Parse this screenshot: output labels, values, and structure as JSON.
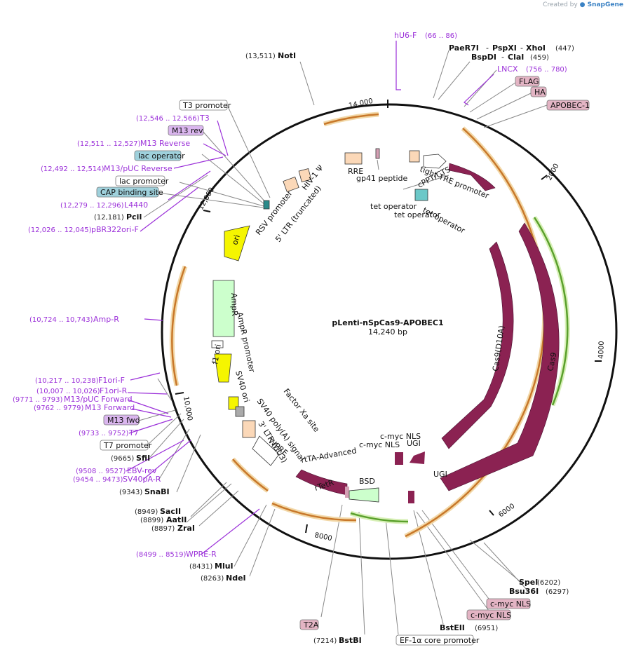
{
  "credit": {
    "prefix": "Created by",
    "brand": "SnapGene"
  },
  "plasmid": {
    "name": "pLenti-nSpCas9-APOBEC1",
    "length": "14,240 bp"
  },
  "ticks": [
    "2000",
    "4000",
    "6000",
    "8000",
    "10,000",
    "12,000",
    "14,000"
  ],
  "sites": [
    {
      "name": "NotI",
      "pos": "(13,511)"
    },
    {
      "name": "PaeR7I",
      "pos": ""
    },
    {
      "name": "PspXI",
      "pos": ""
    },
    {
      "name": "XhoI",
      "pos": "(447)"
    },
    {
      "name": "BspDI",
      "pos": ""
    },
    {
      "name": "ClaI",
      "pos": "(459)"
    },
    {
      "name": "PciI",
      "pos": "(12,181)"
    },
    {
      "name": "SfiI",
      "pos": "(9665)"
    },
    {
      "name": "SnaBI",
      "pos": "(9343)"
    },
    {
      "name": "SacII",
      "pos": "(8949)"
    },
    {
      "name": "AatII",
      "pos": "(8899)"
    },
    {
      "name": "ZraI",
      "pos": "(8897)"
    },
    {
      "name": "MluI",
      "pos": "(8431)"
    },
    {
      "name": "NdeI",
      "pos": "(8263)"
    },
    {
      "name": "BstBI",
      "pos": "(7214)"
    },
    {
      "name": "SpeI",
      "pos": "(6202)"
    },
    {
      "name": "Bsu36I",
      "pos": "(6297)"
    },
    {
      "name": "BstEII",
      "pos": "(6951)"
    }
  ],
  "primers": [
    {
      "name": "hU6-F",
      "pos": "(66 .. 86)"
    },
    {
      "name": "LNCX",
      "pos": "(756 .. 780)"
    },
    {
      "name": "T3",
      "pos": "(12,546 .. 12,566)"
    },
    {
      "name": "M13 Reverse",
      "pos": "(12,511 .. 12,527)"
    },
    {
      "name": "M13/pUC Reverse",
      "pos": "(12,492 .. 12,514)"
    },
    {
      "name": "L4440",
      "pos": "(12,279 .. 12,296)"
    },
    {
      "name": "pBR322ori-F",
      "pos": "(12,026 .. 12,045)"
    },
    {
      "name": "Amp-R",
      "pos": "(10,724 .. 10,743)"
    },
    {
      "name": "F1ori-F",
      "pos": "(10,217 .. 10,238)"
    },
    {
      "name": "F1ori-R",
      "pos": "(10,007 .. 10,026)"
    },
    {
      "name": "M13/pUC Forward",
      "pos": "(9771 .. 9793)"
    },
    {
      "name": "M13 Forward",
      "pos": "(9762 .. 9779)"
    },
    {
      "name": "T7",
      "pos": "(9733 .. 9752)"
    },
    {
      "name": "EBV-rev",
      "pos": "(9508 .. 9527)"
    },
    {
      "name": "SV40pA-R",
      "pos": "(9454 .. 9473)"
    },
    {
      "name": "WPRE-R",
      "pos": "(8499 .. 8519)"
    }
  ],
  "boxes": {
    "t3_promoter": "T3 promoter",
    "m13_rev": "M13 rev",
    "lac_operator": "lac operator",
    "lac_promoter": "lac promoter",
    "cap_site": "CAP binding site",
    "m13_fwd": "M13 fwd",
    "t7_promoter": "T7 promoter",
    "flag": "FLAG",
    "ha": "HA",
    "apobec": "APOBEC-1",
    "t2a": "T2A",
    "ef1a": "EF-1α core promoter",
    "cmyc1": "c-myc NLS",
    "cmyc2": "c-myc NLS"
  },
  "features": {
    "rsv": "RSV promoter",
    "ltr5": "5' LTR (truncated)",
    "hiv": "HIV-1 Ψ",
    "rre": "RRE",
    "gp41": "gp41 peptide",
    "cppt": "cPPT/CTS",
    "tre": "tight TRE promoter",
    "teto1": "tet operator",
    "teto2": "tet operator",
    "teto3": "tet operator",
    "cas9d10a": "Cas9(D10A)",
    "cas9": "Cas9",
    "cmycnls_a": "c-myc NLS",
    "cmycnls_b": "c-myc NLS",
    "ugi_a": "UGI",
    "ugi_b": "UGI",
    "bsd": "BSD",
    "rtta": "rtTA-Advanced",
    "rtetr": "rTetR",
    "wpre": "WPRE",
    "ltr3": "3' LTR (ΔU3)",
    "sv40pa": "SV40 poly(A) signal",
    "factorxa": "Factor Xa site",
    "sv40ori": "SV40 ori",
    "f1ori": "f1 ori",
    "amprprom": "AmpR promoter",
    "ampr": "AmpR",
    "ori": "ori"
  },
  "colors": {
    "backbone": "#111111",
    "cds": "#8b2252",
    "orf_orange": "#c8782a",
    "orf_green": "#5aa02c",
    "primer": "#9b30d9",
    "ori_yellow": "#f5f500",
    "ampr_green": "#ccffcc",
    "box_pink": "#e3b4c4",
    "box_lavender": "#dab6ee",
    "box_teal": "#9fd1dc"
  }
}
